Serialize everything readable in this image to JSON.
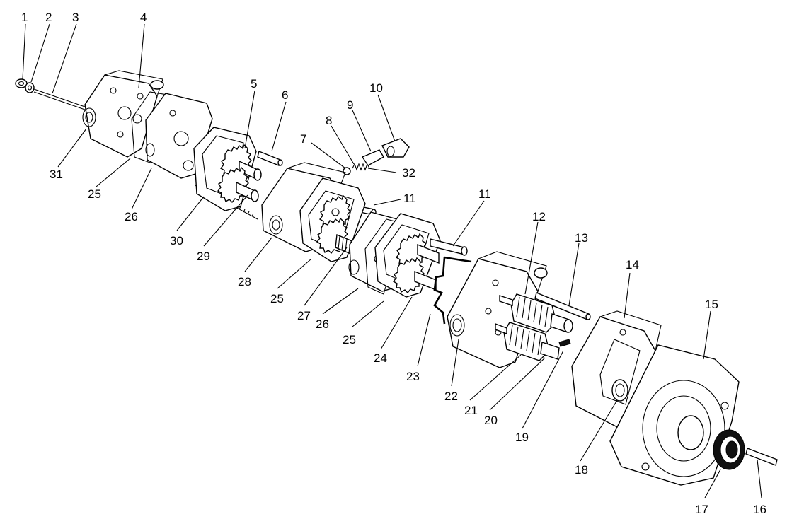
{
  "diagram": {
    "callouts": [
      "1",
      "2",
      "3",
      "4",
      "5",
      "6",
      "7",
      "8",
      "9",
      "10",
      "11",
      "11",
      "12",
      "13",
      "14",
      "15",
      "16",
      "17",
      "18",
      "19",
      "20",
      "21",
      "22",
      "23",
      "24",
      "25",
      "25",
      "25",
      "26",
      "26",
      "27",
      "28",
      "29",
      "30",
      "31",
      "32"
    ]
  }
}
